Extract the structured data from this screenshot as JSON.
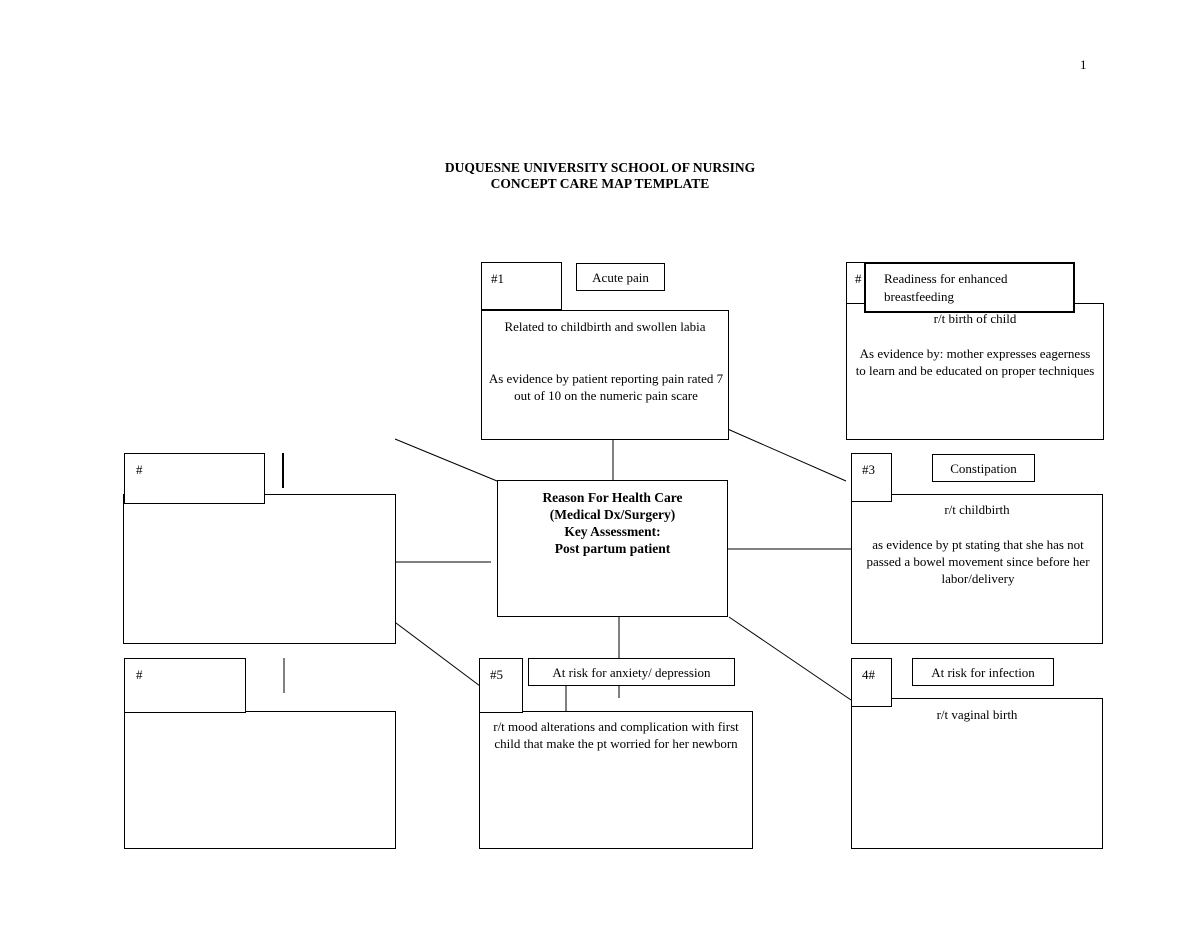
{
  "page_number": "1",
  "header": {
    "line1": "DUQUESNE UNIVERSITY SCHOOL OF NURSING",
    "line2": "CONCEPT CARE MAP TEMPLATE"
  },
  "center": {
    "line1": "Reason For Health Care",
    "line2": "(Medical Dx/Surgery)",
    "line3": "Key Assessment:",
    "line4": "Post partum patient"
  },
  "problem1": {
    "number": "#1",
    "title": "Acute pain",
    "related": "Related to childbirth and swollen labia",
    "evidence": "As evidence by patient reporting pain rated 7 out of 10 on the numeric pain scare"
  },
  "problem2": {
    "number": "#",
    "title_line1": "Readiness for enhanced",
    "title_line2": "breastfeeding",
    "related": "r/t birth of child",
    "evidence": "As evidence by: mother expresses eagerness to learn and be educated on proper techniques"
  },
  "problem3": {
    "number": "#3",
    "title": "Constipation",
    "related": "r/t childbirth",
    "evidence": "as evidence by pt stating that she has not passed a bowel movement since before her labor/delivery"
  },
  "problem4": {
    "number": "4#",
    "title": "At risk for infection",
    "related": "r/t vaginal birth"
  },
  "problem5": {
    "number": "#5",
    "title": "At risk for anxiety/ depression",
    "related": "r/t mood alterations and complication with first child that make the pt worried for her newborn"
  },
  "problem6": {
    "number": "#"
  },
  "problem7": {
    "number": "#"
  }
}
